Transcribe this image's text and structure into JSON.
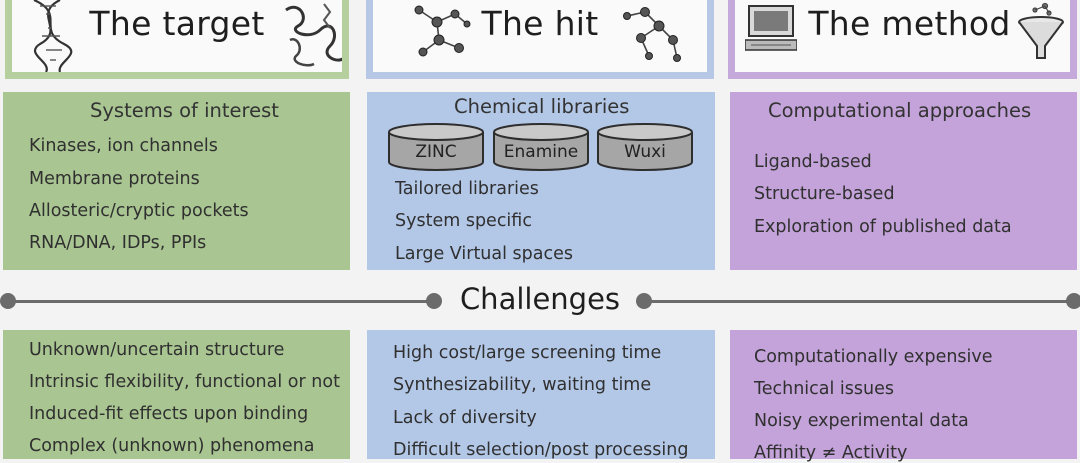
{
  "headers": [
    {
      "title": "The target"
    },
    {
      "title": "The hit"
    },
    {
      "title": "The method"
    }
  ],
  "panels_top": {
    "target": {
      "title": "Systems of interest",
      "items": [
        "Kinases, ion channels",
        "Membrane proteins",
        "Allosteric/cryptic pockets",
        "RNA/DNA, IDPs, PPIs"
      ]
    },
    "hit": {
      "title": "Chemical libraries",
      "libraries": [
        "ZINC",
        "Enamine",
        "Wuxi"
      ],
      "items": [
        "Tailored libraries",
        "System specific",
        "Large Virtual spaces"
      ]
    },
    "method": {
      "title": "Computational approaches",
      "items": [
        "Ligand-based",
        "Structure-based",
        "Exploration of published data"
      ]
    }
  },
  "divider": {
    "label": "Challenges"
  },
  "panels_bottom": {
    "target": [
      "Unknown/uncertain structure",
      "Intrinsic flexibility, functional or not",
      "Induced-fit effects upon binding",
      "Complex (unknown) phenomena"
    ],
    "hit": [
      "High cost/large screening time",
      "Synthesizability, waiting time",
      "Lack of diversity",
      "Difficult selection/post processing"
    ],
    "method": [
      "Computationally expensive",
      "Technical issues",
      "Noisy experimental data",
      "Affinity ≠ Activity"
    ]
  },
  "colors": {
    "green": "#a9c592",
    "blue": "#b3c7e7",
    "purple": "#c3a3d9",
    "line": "#6b6b6b"
  }
}
